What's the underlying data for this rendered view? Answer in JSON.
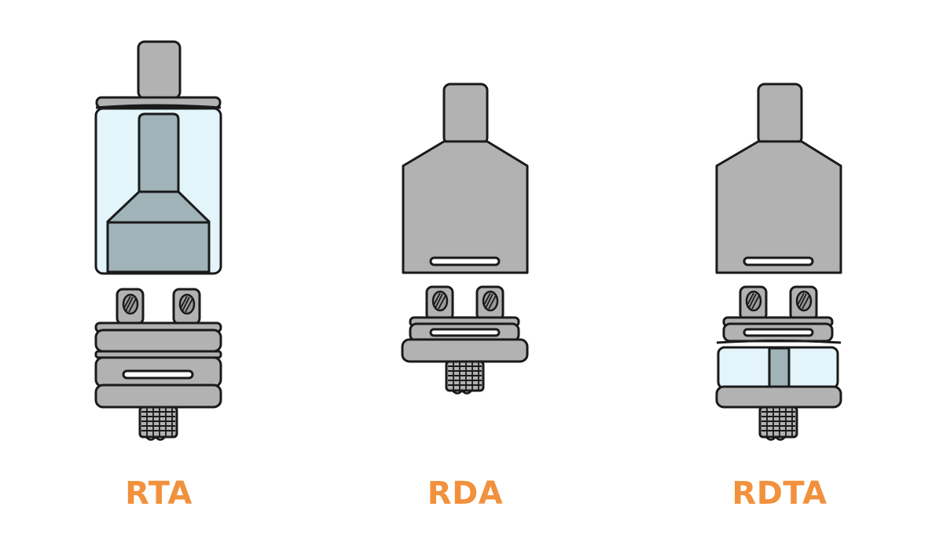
{
  "palette": {
    "metal": "#b2b2b2",
    "outline": "#1a1a1a",
    "glass": "#e3f4fb",
    "chimney": "#9fb3b8",
    "slot": "#ffffff",
    "label": "#f2913d",
    "background": "#ffffff"
  },
  "atomizers": [
    {
      "id": "rta",
      "label": "RTA"
    },
    {
      "id": "rda",
      "label": "RDA"
    },
    {
      "id": "rdta",
      "label": "RDTA"
    }
  ]
}
